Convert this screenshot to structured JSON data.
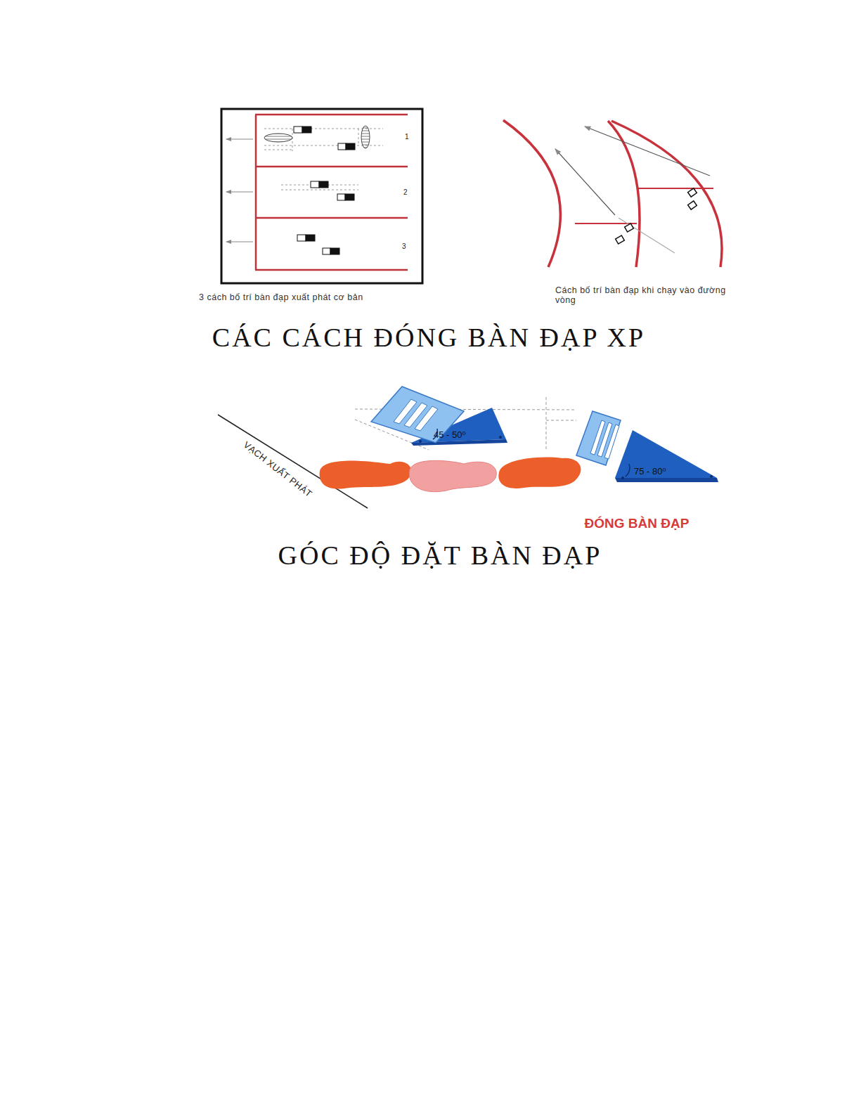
{
  "diagram": {
    "title": "CÁC CÁCH ĐÓNG BÀN ĐẠP XP",
    "labels": [
      "1",
      "2",
      "3",
      "3 cách bố trí bàn đạp xuất phát cơ bản",
      "Cách bố trí bàn đạp khi chạy vào đường vòng",
      "VẠCH XUẤT PHÁT",
      "45 - 50⁰",
      "75 - 80⁰",
      "ĐÓNG BÀN ĐẠP",
      "GÓC ĐỘ ĐẶT BÀN ĐẠP"
    ]
  }
}
